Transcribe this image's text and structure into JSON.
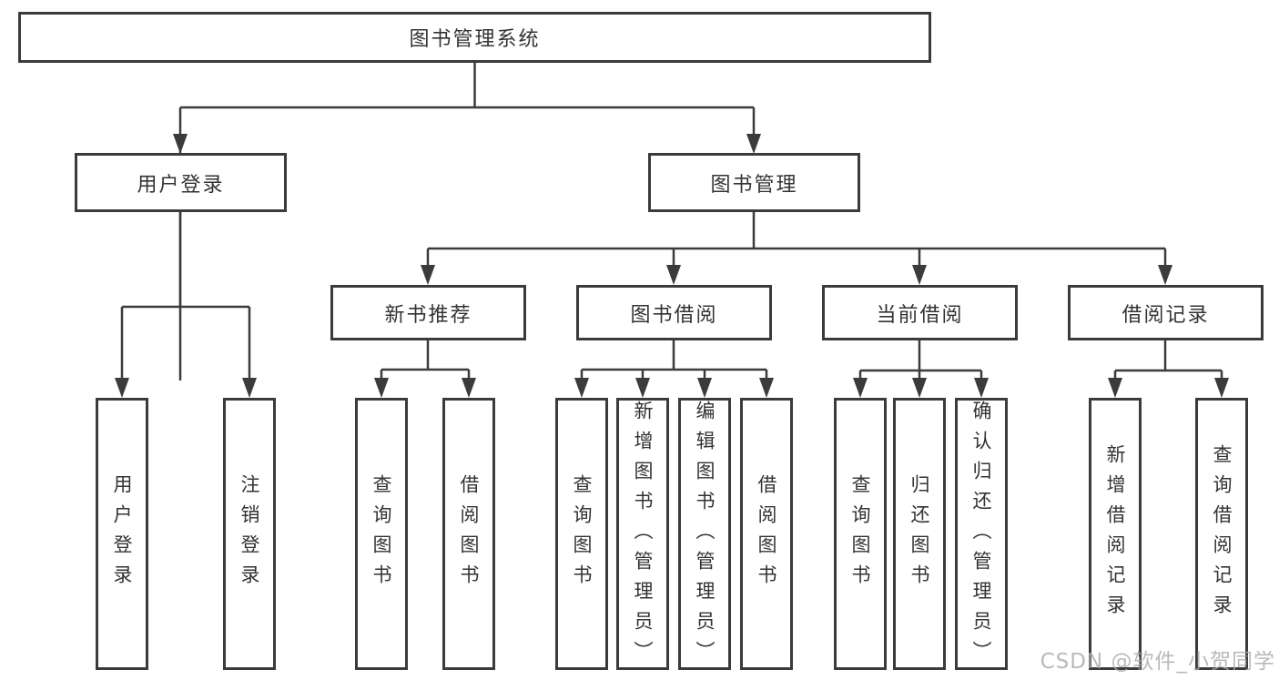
{
  "diagram_title": "图书管理系统",
  "tree": {
    "label": "图书管理系统",
    "children": [
      {
        "label": "用户登录",
        "children": [
          {
            "label": "用户登录"
          },
          {
            "label": "注销登录"
          }
        ]
      },
      {
        "label": "图书管理",
        "children": [
          {
            "label": "新书推荐",
            "children": [
              {
                "label": "查询图书"
              },
              {
                "label": "借阅图书"
              }
            ]
          },
          {
            "label": "图书借阅",
            "children": [
              {
                "label": "查询图书"
              },
              {
                "label": "新增图书（管理员）"
              },
              {
                "label": "编辑图书（管理员）"
              },
              {
                "label": "借阅图书"
              }
            ]
          },
          {
            "label": "当前借阅",
            "children": [
              {
                "label": "查询图书"
              },
              {
                "label": "归还图书"
              },
              {
                "label": "确认归还（管理员）"
              }
            ]
          },
          {
            "label": "借阅记录",
            "children": [
              {
                "label": "新增借阅记录"
              },
              {
                "label": "查询借阅记录"
              }
            ]
          }
        ]
      }
    ]
  },
  "watermark": {
    "text": "CSDN @软件_小贺同学"
  },
  "colors": {
    "line": "#3b3b3b",
    "node_border": "#3b3b3b",
    "node_text": "#333333",
    "background": "#ffffff",
    "watermark_text": "#a9abad"
  }
}
